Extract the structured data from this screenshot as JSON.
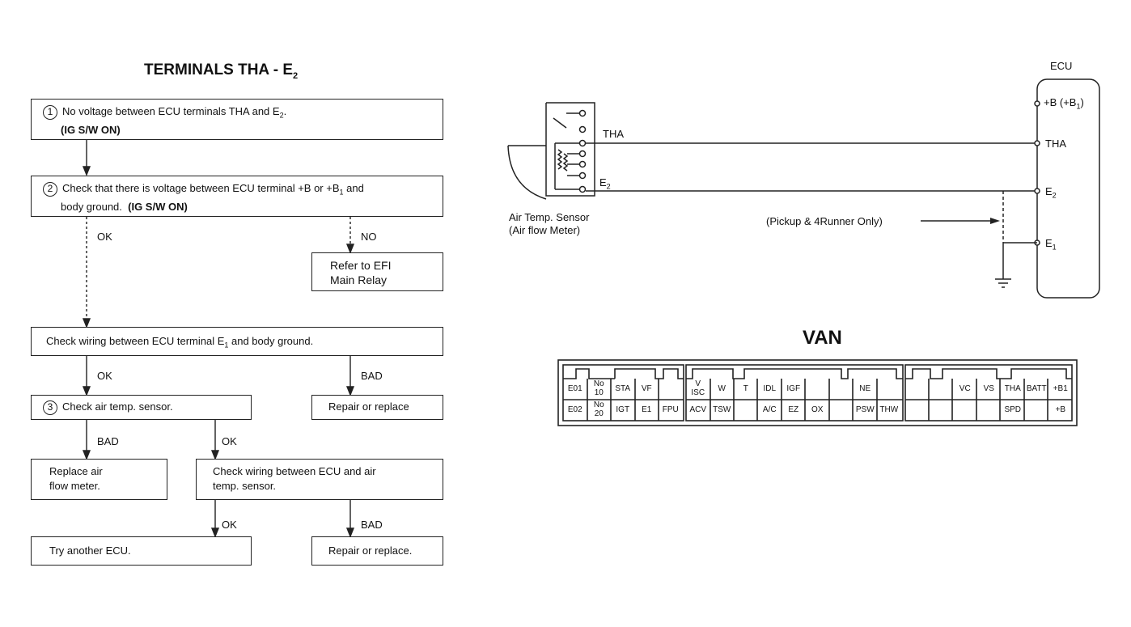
{
  "flowchart": {
    "title_main": "TERMINALS THA - E",
    "title_sub": "2",
    "step1": {
      "num": "1",
      "line1": "No voltage between ECU terminals THA and E",
      "line1_sub": "2",
      "line1_end": ".",
      "line2": "(IG S/W ON)"
    },
    "step2": {
      "num": "2",
      "line1": "Check that there is voltage between ECU terminal +B or +B",
      "line1_sub": "1",
      "line1_end": " and",
      "line2": "body ground.",
      "line2_bold": "(IG S/W ON)"
    },
    "label_ok1": "OK",
    "label_no": "NO",
    "efi_relay": {
      "line1": "Refer to EFI",
      "line2": "Main Relay"
    },
    "wiring_e1": {
      "text": "Check wiring between ECU terminal E",
      "sub": "1",
      "end": " and body ground."
    },
    "label_ok2": "OK",
    "label_bad1": "BAD",
    "step3": {
      "num": "3",
      "text": "Check air temp. sensor."
    },
    "repair1": "Repair or replace",
    "label_bad2": "BAD",
    "label_ok3": "OK",
    "replace_afm": {
      "line1": "Replace air",
      "line2": "flow meter."
    },
    "wiring_sensor": {
      "line1": "Check wiring between ECU and air",
      "line2": "temp. sensor."
    },
    "label_ok4": "OK",
    "label_bad3": "BAD",
    "try_ecu": "Try another ECU.",
    "repair2": "Repair or replace."
  },
  "wiring": {
    "ecu_label": "ECU",
    "pin_b": "+B (+B",
    "pin_b_sub": "1",
    "pin_b_end": ")",
    "pin_tha": "THA",
    "pin_e2": "E",
    "pin_e2_sub": "2",
    "pin_e1": "E",
    "pin_e1_sub": "1",
    "wire_tha": "THA",
    "wire_e2": "E",
    "wire_e2_sub": "2",
    "sensor_line1": "Air Temp. Sensor",
    "sensor_line2": "(Air flow Meter)",
    "pickup_note": "(Pickup & 4Runner Only)"
  },
  "connector": {
    "title": "VAN",
    "left_top": [
      "E01",
      "No\n10",
      "STA",
      "VF",
      ""
    ],
    "left_bottom": [
      "E02",
      "No\n20",
      "IGT",
      "E1",
      "FPU"
    ],
    "mid_top": [
      "V\nISC",
      "W",
      "T",
      "IDL",
      "IGF",
      "",
      "",
      "NE"
    ],
    "mid_bottom": [
      "ACV",
      "TSW",
      "",
      "A/C",
      "EZ",
      "OX",
      "",
      "PSW",
      "THW"
    ],
    "right_top": [
      "",
      "",
      "VC",
      "VS",
      "THA",
      "BATT",
      "+B1"
    ],
    "right_bottom": [
      "",
      "",
      "",
      "",
      "SPD",
      "",
      "+B"
    ]
  }
}
